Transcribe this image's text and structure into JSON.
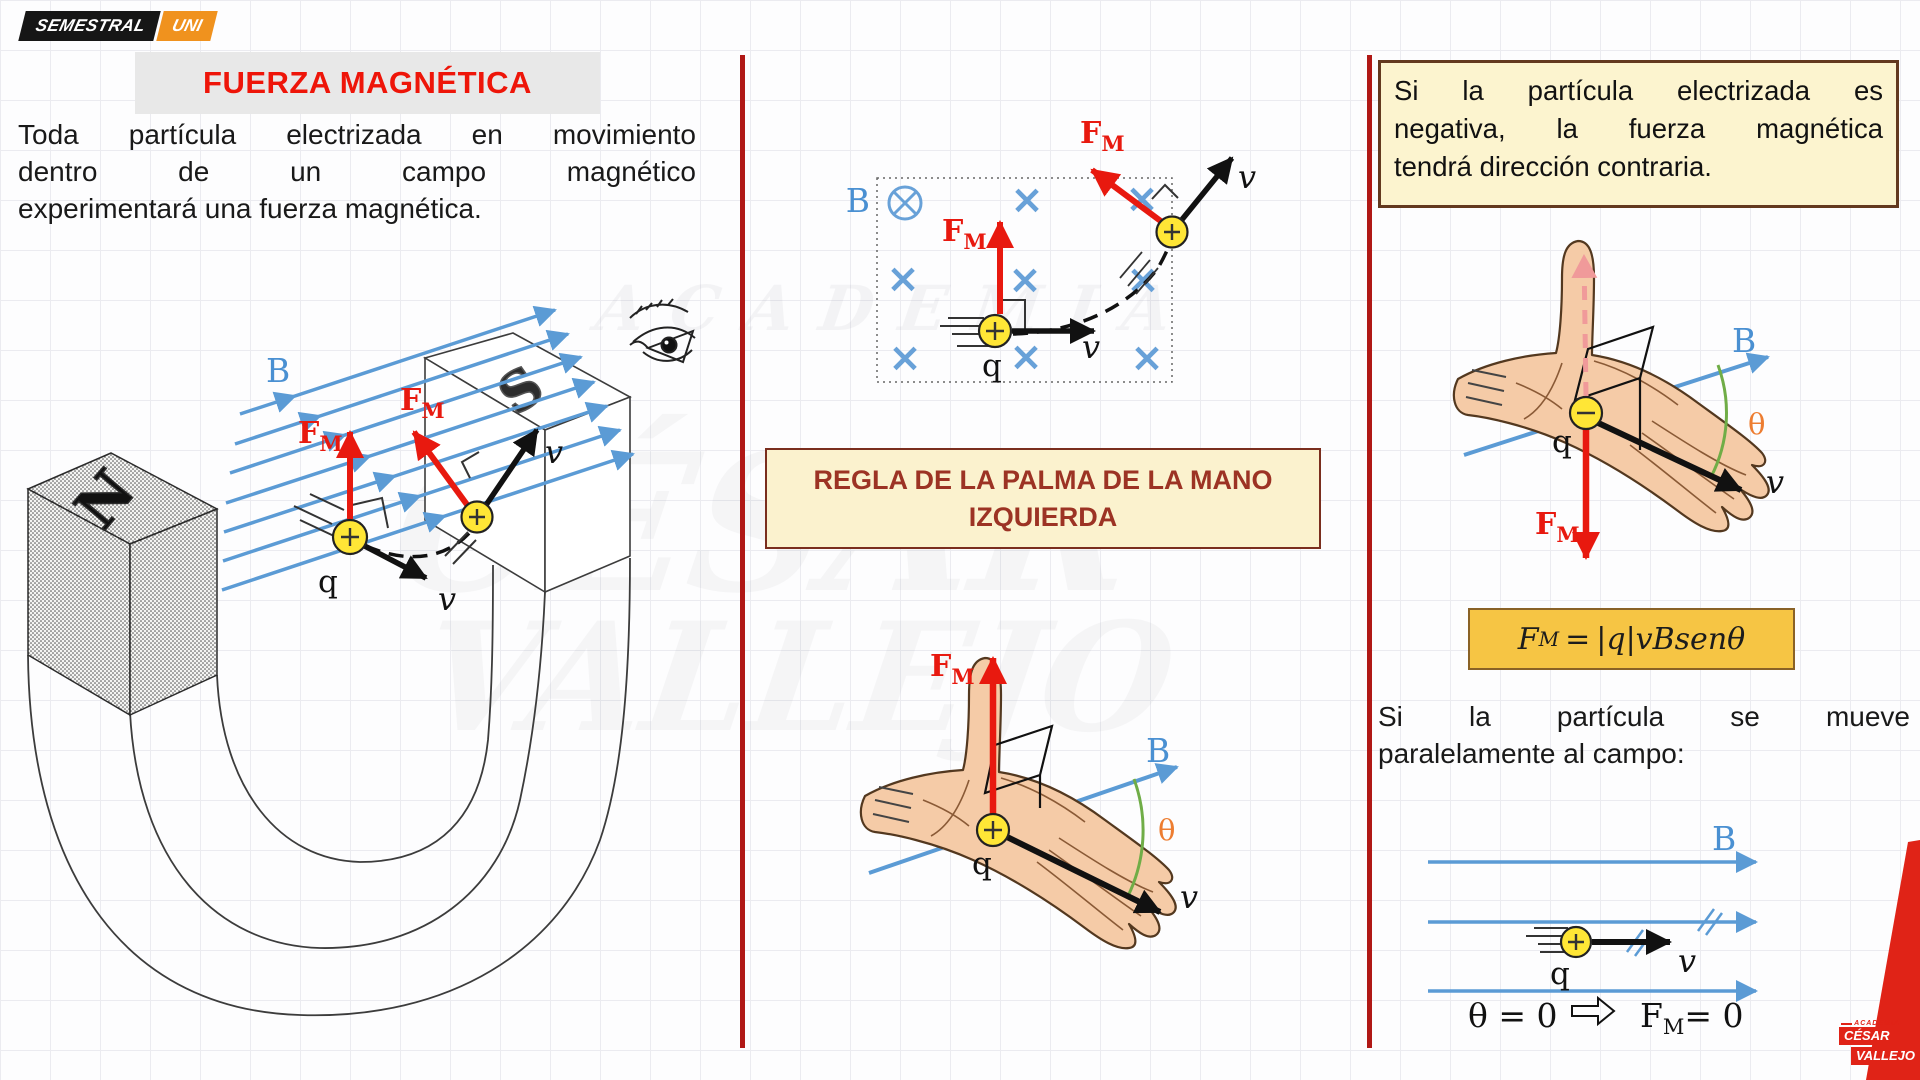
{
  "logo": {
    "semestral": "SEMESTRAL",
    "uni": "UNI"
  },
  "header": {
    "title": "FUERZA MAGNÉTICA"
  },
  "intro": {
    "lines": [
      "Toda partícula electrizada en movimiento",
      "dentro de un campo magnético",
      "experimentará una fuerza magnética."
    ]
  },
  "labels": {
    "F": "F",
    "M": "M",
    "B": "B",
    "v": "v",
    "q": "q",
    "theta": "θ",
    "cross": "×",
    "n_pole": "N",
    "s_pole": "S"
  },
  "icons": {
    "into_page_icon": "⊗",
    "implies_icon": "⇨"
  },
  "rule_box": {
    "line1": "REGLA DE LA PALMA DE LA MANO",
    "line2": "IZQUIERDA"
  },
  "negative_box": {
    "lines": [
      "Si la partícula electrizada es",
      "negativa, la fuerza magnética",
      "tendrá dirección contraria."
    ]
  },
  "formula": {
    "f": "F",
    "f_sub": "M",
    "equals": "=",
    "bar_left": "|",
    "q": "q",
    "bar_right": "|",
    "rest": "vBsenθ"
  },
  "parallel_text": {
    "lines": [
      "Si la partícula se mueve",
      "paralelamente al campo:"
    ]
  },
  "parallel_case": {
    "theta_eq": "θ = 0",
    "f": "F",
    "f_sub": "M",
    "eq_zero": "= 0"
  },
  "watermark": {
    "line1": "ACADEMIA",
    "line2": "CÉSAR",
    "line3": "VALLEJO"
  },
  "brand": {
    "academia": "ACADEMIA",
    "cesar": "CÉSAR",
    "vallejo": "VALLEJO"
  },
  "colors": {
    "divider_red": "#B01815",
    "field_blue": "#5B9BD5",
    "force_red": "#E8190F",
    "charge_yellow": "#FFE636",
    "theta_orange": "#ED7D31",
    "arc_green": "#70AD47",
    "title_red": "#EE1509",
    "box_cream": "#FBF2CE",
    "box_gold": "#F6C544",
    "maroon_text": "#9C3324",
    "brand_red": "#E02317"
  }
}
